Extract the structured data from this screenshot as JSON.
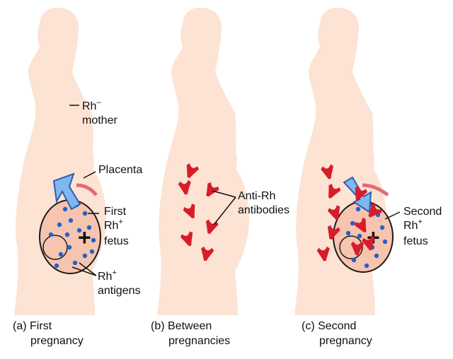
{
  "colors": {
    "body": "#fde3d3",
    "fetus": "#f7c4b0",
    "outline": "#1a1a1a",
    "antigen": "#1f63c7",
    "antibody": "#d91c2a",
    "arrow": "#7fb8ef",
    "arrow_stroke": "#2b5fae"
  },
  "labels": {
    "rh_neg": "Rh",
    "rh_neg_sup": "–",
    "mother": "mother",
    "placenta": "Placenta",
    "first": "First",
    "rh": "Rh",
    "rh_sup": "+",
    "fetus": "fetus",
    "antigens": "antigens",
    "anti_rh": "Anti-Rh",
    "antibodies": "antibodies",
    "second": "Second"
  },
  "captions": [
    {
      "letter": "(a)",
      "line1": "First",
      "line2": "pregnancy"
    },
    {
      "letter": "(b)",
      "line1": "Between",
      "line2": "pregnancies"
    },
    {
      "letter": "(c)",
      "line1": "Second",
      "line2": "pregnancy"
    }
  ]
}
